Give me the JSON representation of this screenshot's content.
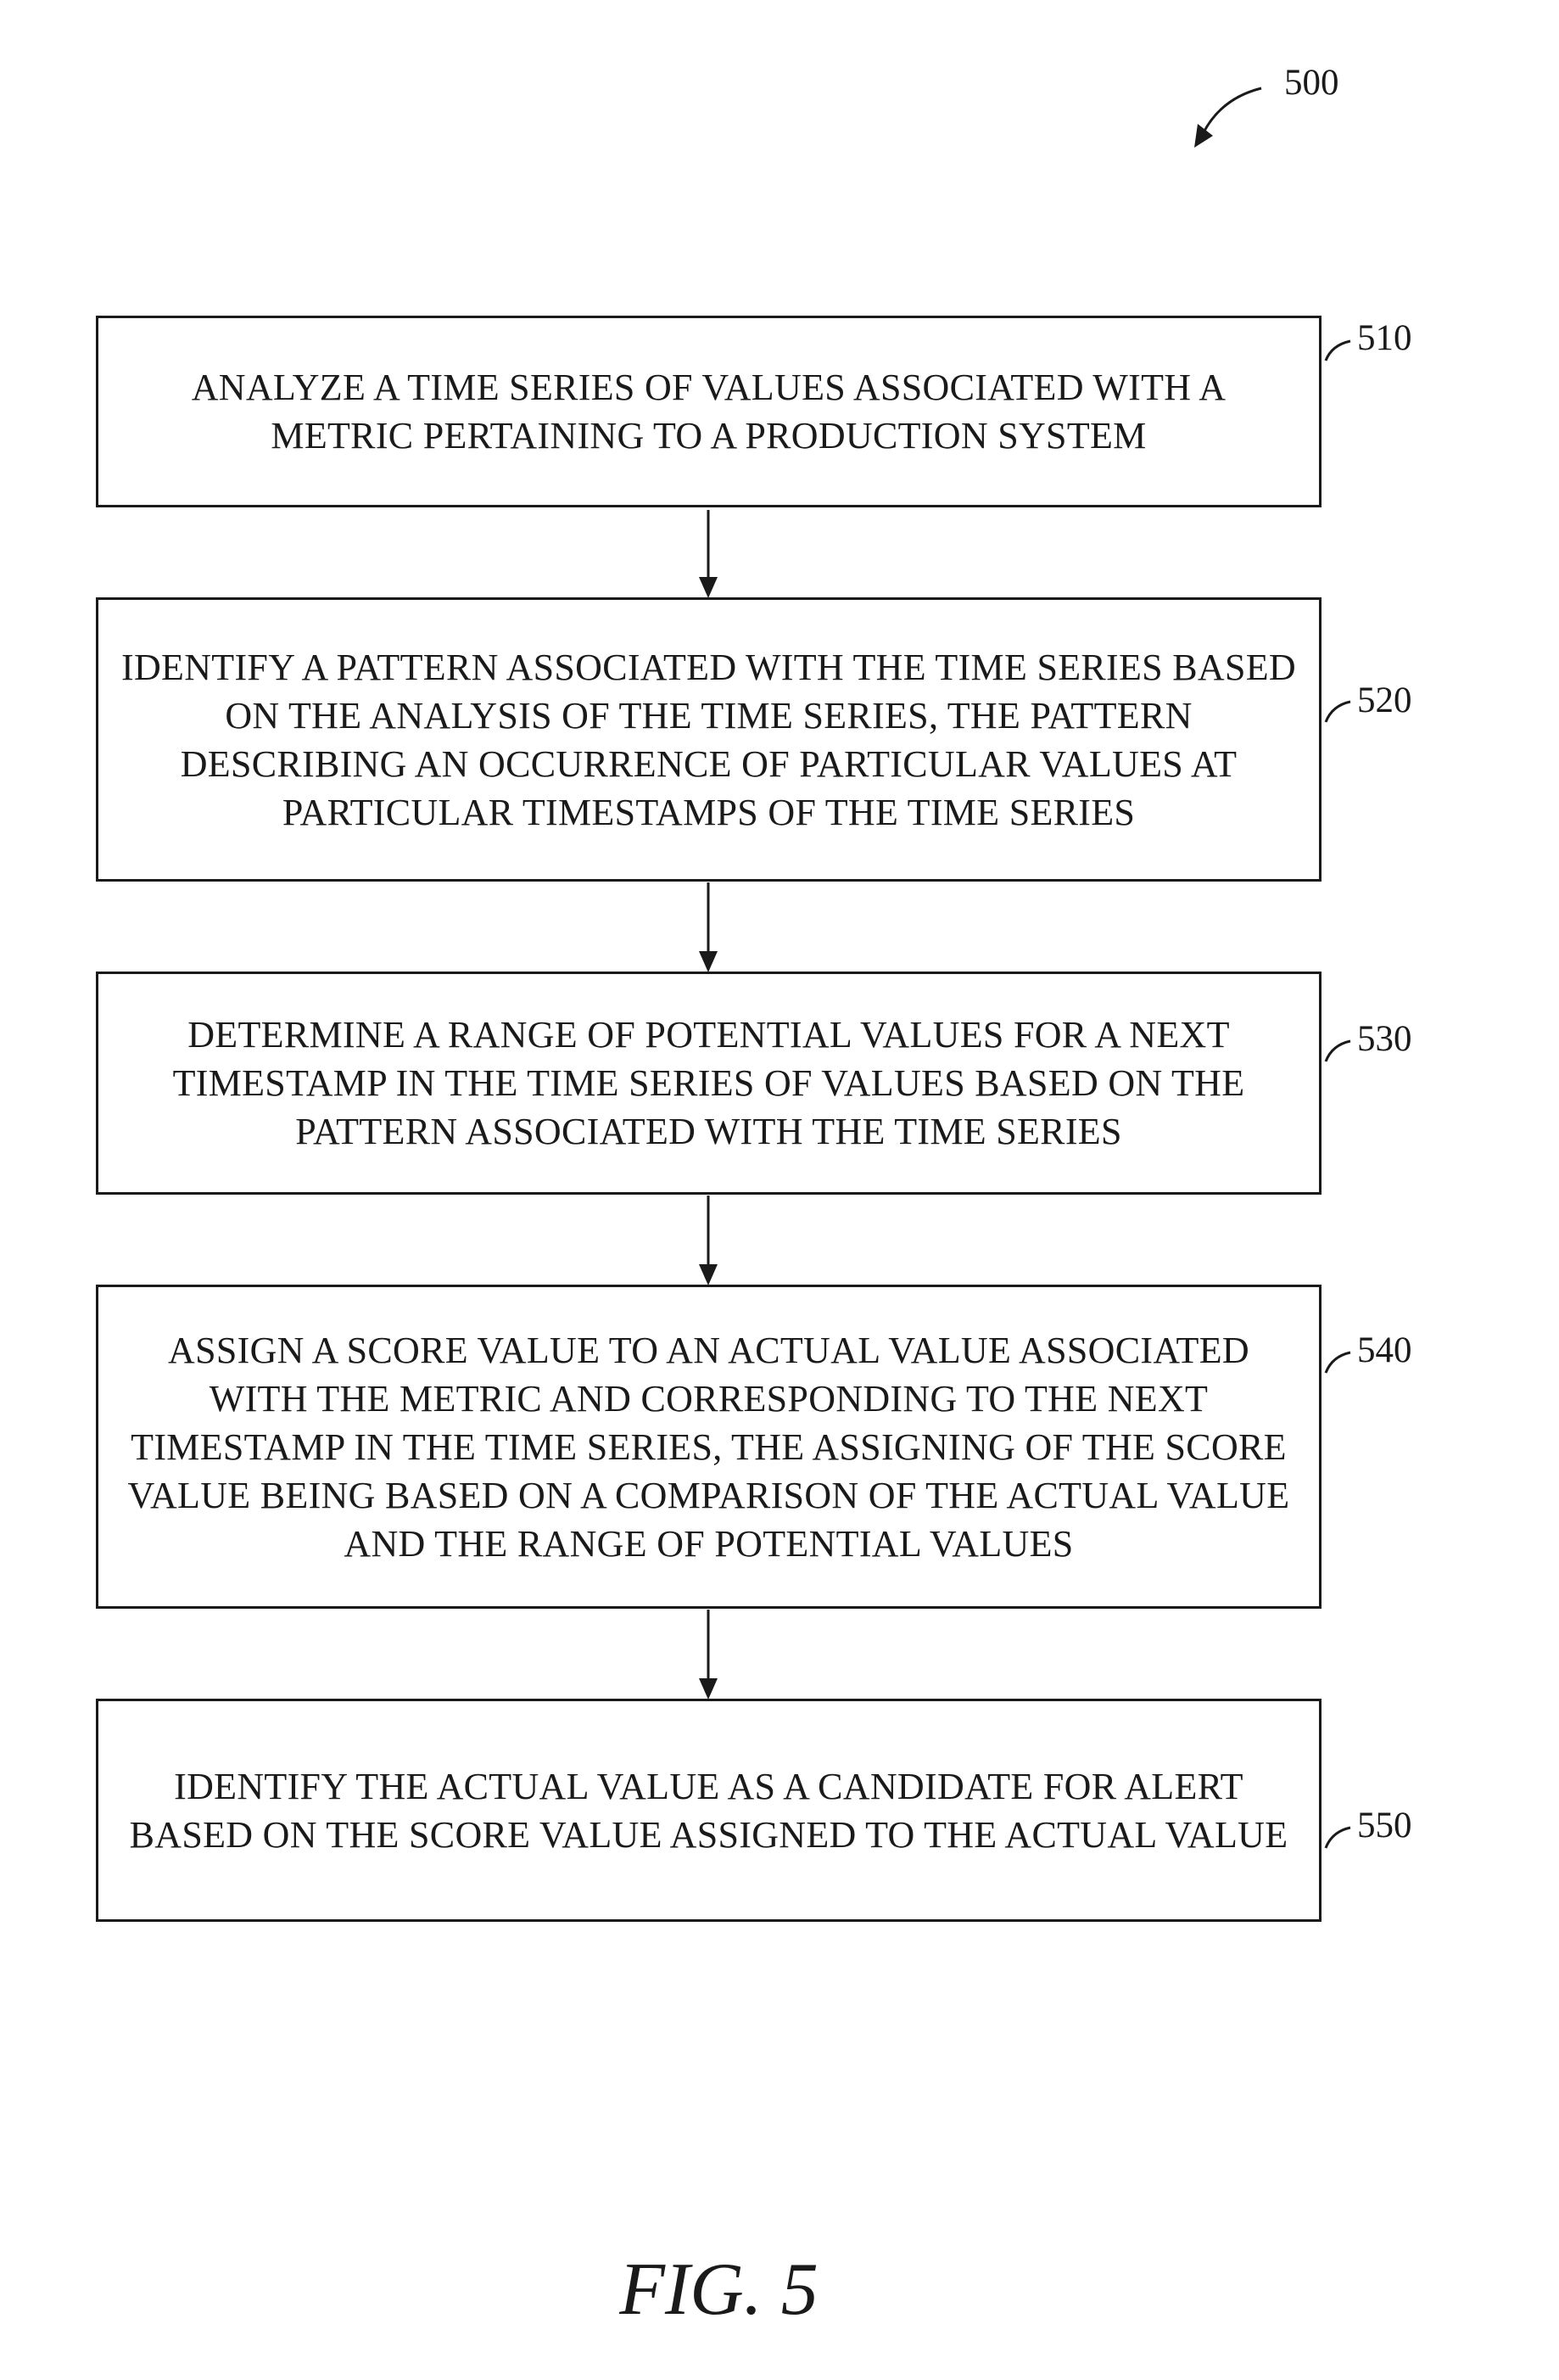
{
  "figure": {
    "ref_number": "500",
    "caption": "FIG. 5"
  },
  "steps": [
    {
      "ref": "510",
      "text": "ANALYZE A TIME SERIES OF VALUES ASSOCIATED WITH A METRIC PERTAINING TO A PRODUCTION SYSTEM"
    },
    {
      "ref": "520",
      "text": "IDENTIFY A PATTERN ASSOCIATED WITH THE TIME SERIES BASED ON THE ANALYSIS OF THE TIME SERIES, THE PATTERN DESCRIBING AN OCCURRENCE OF PARTICULAR VALUES AT PARTICULAR TIMESTAMPS OF THE TIME SERIES"
    },
    {
      "ref": "530",
      "text": "DETERMINE A RANGE OF POTENTIAL VALUES FOR A NEXT TIMESTAMP IN THE TIME SERIES OF VALUES BASED ON THE PATTERN ASSOCIATED WITH THE TIME SERIES"
    },
    {
      "ref": "540",
      "text": "ASSIGN A SCORE VALUE TO AN ACTUAL VALUE ASSOCIATED WITH THE METRIC AND CORRESPONDING TO THE NEXT TIMESTAMP IN THE TIME SERIES, THE ASSIGNING OF THE SCORE VALUE BEING BASED ON A COMPARISON OF THE ACTUAL VALUE AND THE RANGE OF POTENTIAL VALUES"
    },
    {
      "ref": "550",
      "text": "IDENTIFY THE ACTUAL VALUE AS A CANDIDATE FOR ALERT BASED ON THE SCORE VALUE ASSIGNED TO THE ACTUAL VALUE"
    }
  ]
}
